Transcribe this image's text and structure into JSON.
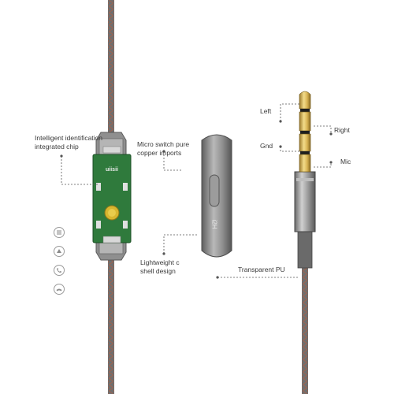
{
  "labels": {
    "chip_line1": "Intelligent identification",
    "chip_line2": "integrated chip",
    "switch_line1": "Micro switch pure",
    "switch_line2": "copper imports",
    "shell_line1": "Lightweight c",
    "shell_line2": "shell design",
    "tpu": "Transparent PU",
    "left": "Left",
    "right": "Right",
    "gnd": "Gnd",
    "mic": "Mic"
  },
  "pcb_text": "uiisii",
  "brand_text": "i2H",
  "control_icons": [
    "menu-icon",
    "play-icon",
    "call-answer-icon",
    "call-end-icon"
  ],
  "colors": {
    "cable": "#6d6d6d",
    "cable_stripe": "#a0634f",
    "pcb": "#2f7a3c",
    "button": "#d7b62f",
    "gold": "#d8b454",
    "housing": "#8a8a8a"
  }
}
